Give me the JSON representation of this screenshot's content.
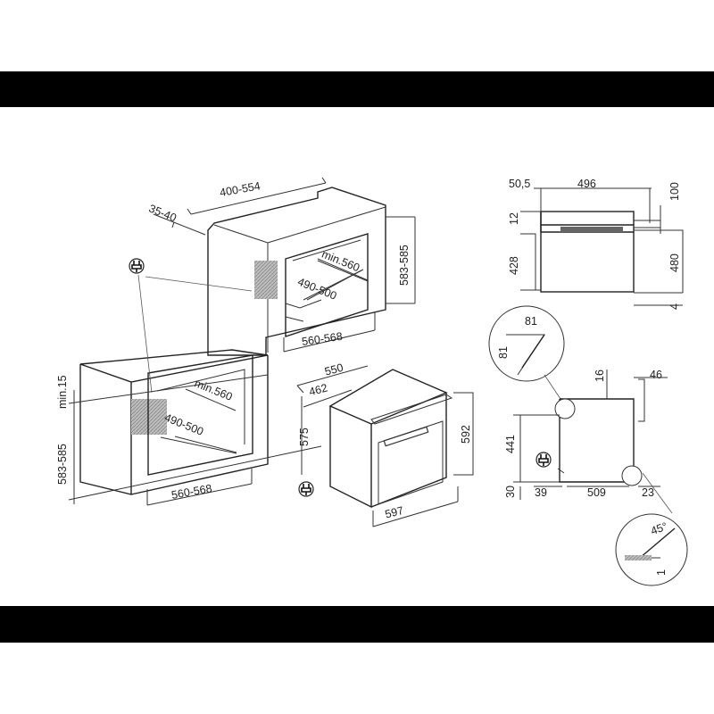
{
  "colors": {
    "band": "#000000",
    "line": "#333333",
    "text": "#222222",
    "hatch": "#9a9a9a"
  },
  "icons": {
    "plug": "plug-icon"
  },
  "dimensions": {
    "wall": {
      "depth_range": "400-554",
      "offset_range": "35-40",
      "height_range": "583-585",
      "min_depth": "min.560",
      "cutout_height": "490-500",
      "width_range": "560-568"
    },
    "base": {
      "min_gap": "min.15",
      "height_range": "583-585",
      "min_depth": "min.560",
      "cutout_height": "490-500",
      "width_range": "560-568"
    },
    "oven": {
      "depth": "550",
      "inner_depth": "462",
      "height_body": "575",
      "height": "592",
      "width": "597"
    },
    "side_view": {
      "front_offset": "50,5",
      "depth": "496",
      "top_gap": "100",
      "panel": "12",
      "body": "428",
      "height": "480",
      "bottom": "4"
    },
    "detail_a": {
      "w": "81",
      "h": "81"
    },
    "section": {
      "top": "16",
      "door": "46",
      "height": "441",
      "foot": "30",
      "front": "39",
      "depth": "509",
      "rear": "23"
    },
    "detail_b": {
      "angle": "45°",
      "gap": "1"
    }
  }
}
